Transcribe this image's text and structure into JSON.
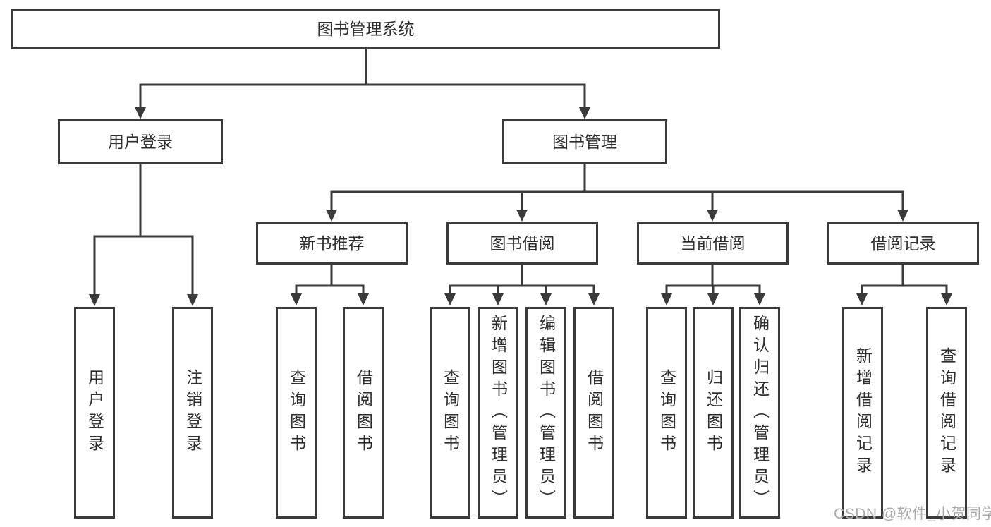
{
  "diagram": {
    "title": "图书管理系统",
    "tree": {
      "label": "图书管理系统",
      "children": [
        {
          "label": "用户登录",
          "children": [
            {
              "label": "用户登录"
            },
            {
              "label": "注销登录"
            }
          ]
        },
        {
          "label": "图书管理",
          "children": [
            {
              "label": "新书推荐",
              "children": [
                {
                  "label": "查询图书"
                },
                {
                  "label": "借阅图书"
                }
              ]
            },
            {
              "label": "图书借阅",
              "children": [
                {
                  "label": "查询图书"
                },
                {
                  "label": "新增图书（管理员）"
                },
                {
                  "label": "编辑图书（管理员）"
                },
                {
                  "label": "借阅图书"
                }
              ]
            },
            {
              "label": "当前借阅",
              "children": [
                {
                  "label": "查询图书"
                },
                {
                  "label": "归还图书"
                },
                {
                  "label": "确认归还（管理员）"
                }
              ]
            },
            {
              "label": "借阅记录",
              "children": [
                {
                  "label": "新增借阅记录"
                },
                {
                  "label": "查询借阅记录"
                }
              ]
            }
          ]
        }
      ]
    },
    "colors": {
      "line": "#3a3a3a",
      "text": "#2f2f2f",
      "background": "#ffffff",
      "watermark": "#ababab"
    }
  },
  "watermark": {
    "text": "CSDN @软件_小贺同学"
  }
}
